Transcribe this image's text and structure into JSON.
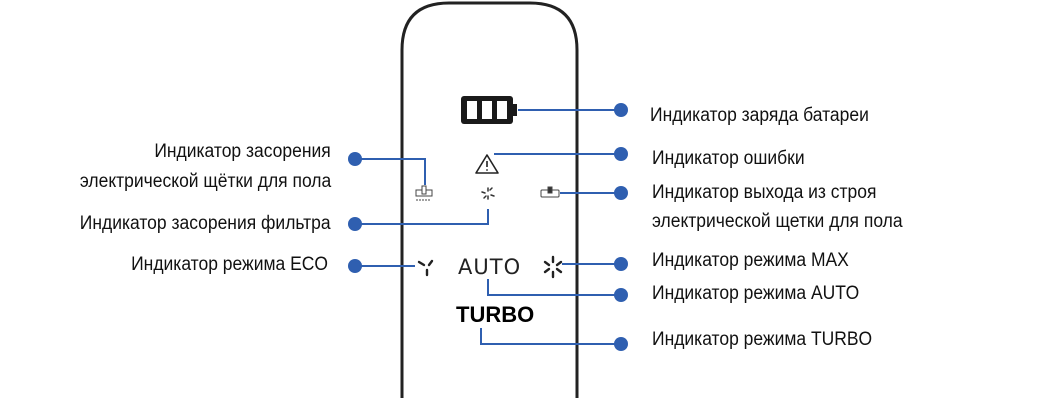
{
  "panel": {
    "auto_label": "AUTO",
    "turbo_label": "TURBO",
    "icons": [
      "battery-icon",
      "warning-icon",
      "brush-clog-icon",
      "filter-clog-icon",
      "brush-fault-icon",
      "eco-fan-icon",
      "max-fan-icon"
    ]
  },
  "callouts": {
    "battery": "Индикатор заряда батареи",
    "error": "Индикатор ошибки",
    "brush_fault_line1": "Индикатор выхода из строя",
    "brush_fault_line2": "электрической щетки для пола",
    "max": "Индикатор режима MAX",
    "auto": "Индикатор режима AUTO",
    "turbo": "Индикатор режима TURBO",
    "brush_clog_line1": "Индикатор засорения",
    "brush_clog_line2": "электрической щётки для пола",
    "filter_clog": "Индикатор засорения фильтра",
    "eco": "Индикатор режима ECO"
  },
  "colors": {
    "leader": "#2f5fb0",
    "outline": "#222222"
  }
}
